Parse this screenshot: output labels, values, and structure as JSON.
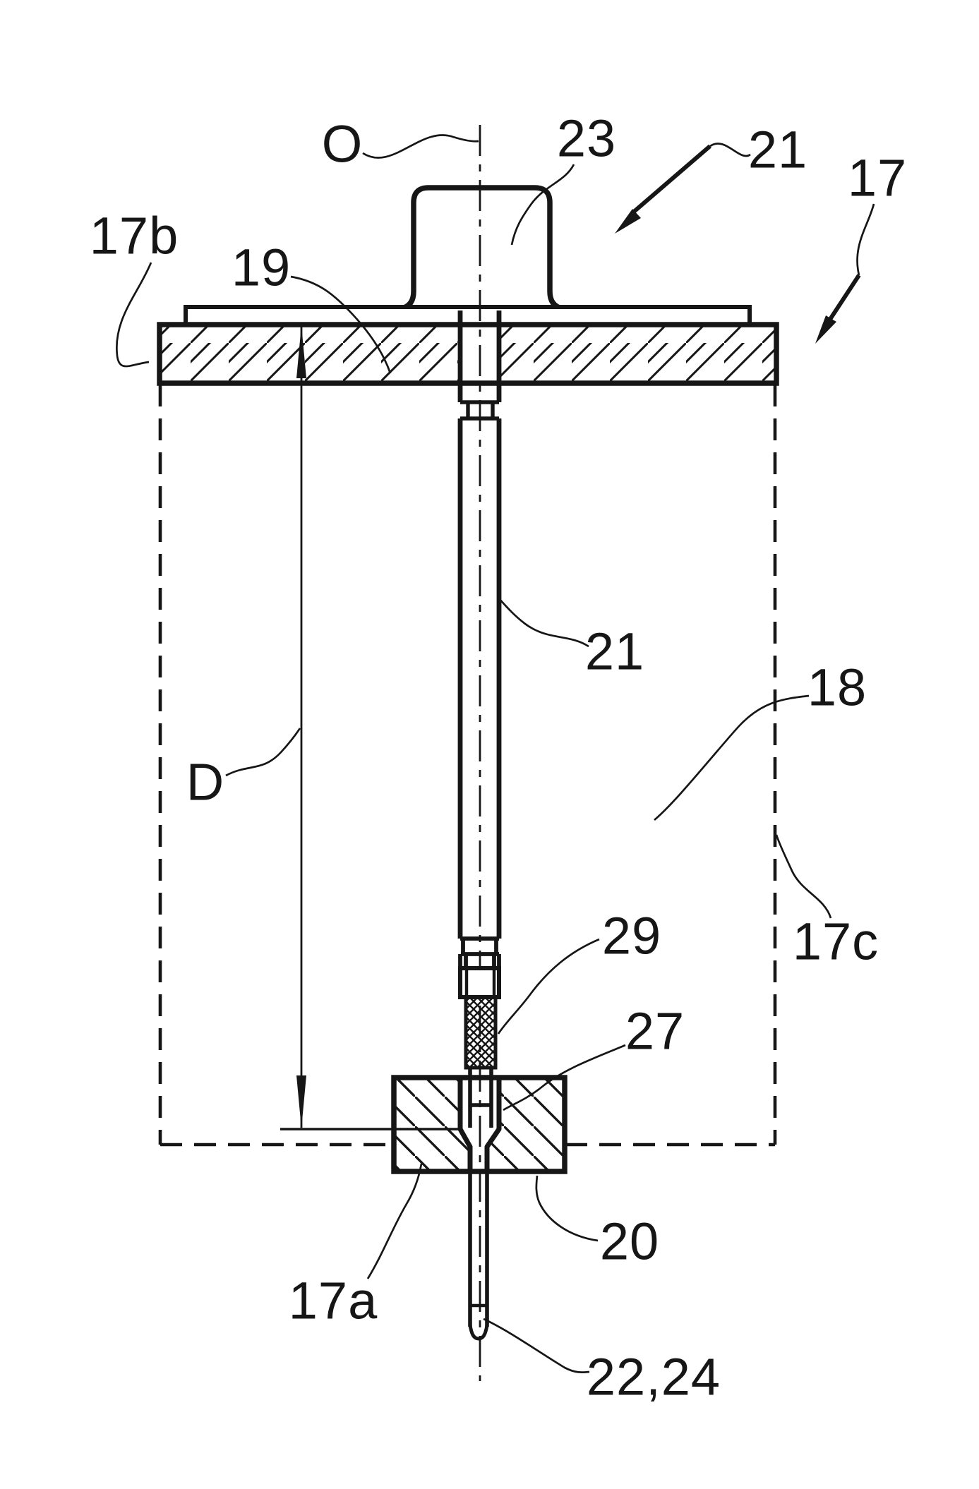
{
  "figure": {
    "kind": "patent-sectional-drawing",
    "colors": {
      "ink": "#161616",
      "background": "#ffffff"
    },
    "labels": {
      "axis_o": "O",
      "cap_23": "23",
      "rod_21_top": "21",
      "device_17": "17",
      "plate_17b": "17b",
      "bore_19": "19",
      "rod_21_mid": "21",
      "chamber_18": "18",
      "dimension_d": "D",
      "thread_29": "29",
      "nut_27": "27",
      "sleeve_17c": "17c",
      "holder_20": "20",
      "base_17a": "17a",
      "tip_22_24": "22,24"
    }
  }
}
